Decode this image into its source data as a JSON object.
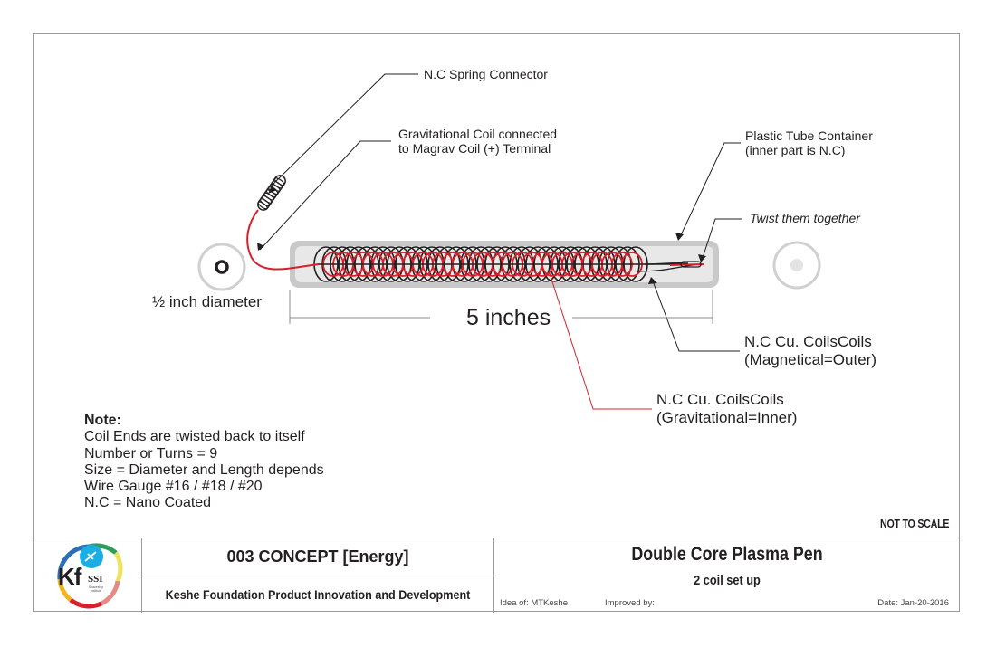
{
  "diagram": {
    "labels": {
      "spring_connector": "N.C Spring Connector",
      "grav_coil_line1": "Gravitational Coil connected",
      "grav_coil_line2": "to Magrav Coil (+) Terminal",
      "plastic_tube_line1": "Plastic Tube Container",
      "plastic_tube_line2": "(inner part is N.C)",
      "twist": "Twist them together",
      "diameter": "½ inch diameter",
      "length": "5 inches",
      "outer_coil_line1": "N.C Cu. CoilsCoils",
      "outer_coil_line2": "(Magnetical=Outer)",
      "inner_coil_line1": "N.C Cu. CoilsCoils",
      "inner_coil_line2": "(Gravitational=Inner)"
    },
    "colors": {
      "inner_coil": "#d8202a",
      "outer_coil": "#231f20",
      "tube": "#c8c8c8",
      "tube_inner": "#e6e6e6"
    }
  },
  "note": {
    "title": "Note:",
    "lines": [
      "Coil Ends are twisted back to itself",
      "Number or Turns = 9",
      "Size = Diameter and Length depends",
      "Wire Gauge #16 / #18 / #20",
      "N.C = Nano Coated"
    ]
  },
  "scale_note": "NOT TO SCALE",
  "title_block": {
    "logo": {
      "main": "Kf",
      "sub": "SSI",
      "tiny": "Spaceship Institute"
    },
    "concept": "003 CONCEPT [Energy]",
    "organization": "Keshe Foundation Product Innovation and Development",
    "product_title": "Double Core Plasma Pen",
    "product_subtitle": "2 coil set up",
    "idea_of": "Idea of: MTKeshe",
    "improved_by": "Improved by:",
    "date": "Date: Jan-20-2016"
  }
}
